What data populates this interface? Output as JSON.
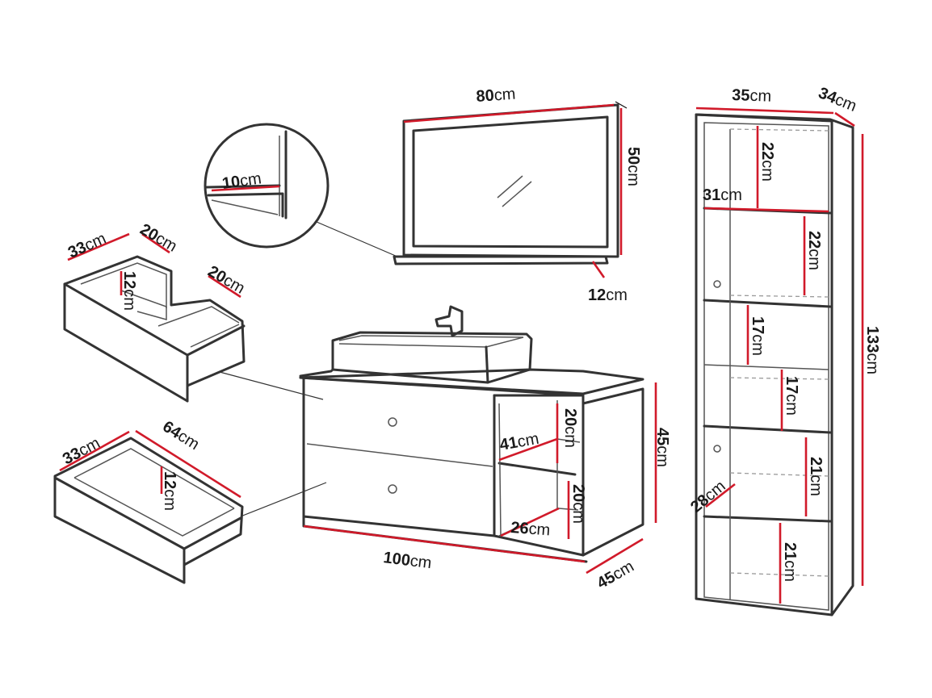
{
  "colors": {
    "outline": "#333333",
    "dimension": "#d11a2a",
    "text": "#1a1a1a"
  },
  "unit": "cm",
  "mirror": {
    "width": "80",
    "height": "50",
    "shelf_depth": "12",
    "frame_detail": "10"
  },
  "top_drawer": {
    "depth": "33",
    "back_compartment": "20",
    "height": "12",
    "side_compartment": "20"
  },
  "bottom_drawer": {
    "depth": "33",
    "width": "64",
    "height": "12"
  },
  "vanity": {
    "width": "100",
    "depth": "45",
    "height": "45",
    "shelf_width": "41",
    "shelf_depth": "26",
    "upper_shelf_height": "20",
    "lower_shelf_height": "20"
  },
  "tall_cabinet": {
    "width": "35",
    "depth": "34",
    "height": "133",
    "inner_width": "31",
    "inner_depth": "28",
    "shelf_1": "22",
    "shelf_2": "22",
    "shelf_3": "17",
    "shelf_4": "17",
    "shelf_5": "21",
    "shelf_6": "21"
  }
}
